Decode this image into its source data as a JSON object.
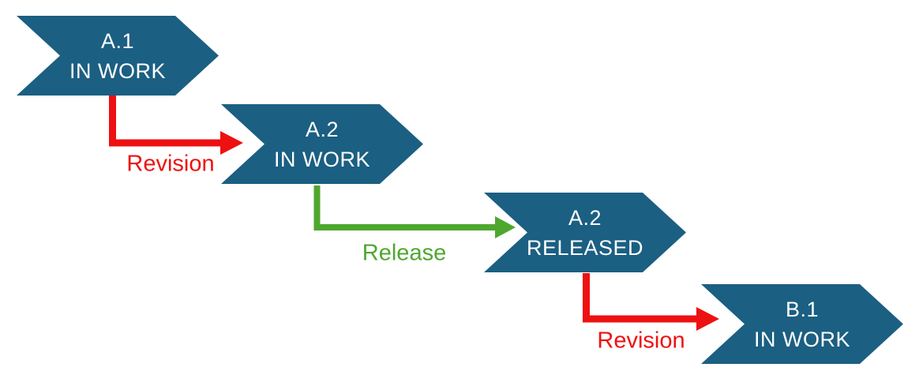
{
  "diagram": {
    "description": "Version lifecycle flow with chevron stages connected by elbow arrows"
  },
  "colors": {
    "shape": "#1B5F82",
    "text_on_shape": "#FFFFFF",
    "revision": "#EE1111",
    "release": "#4EA72E",
    "background": "#FFFFFF"
  },
  "stages": [
    {
      "version": "A.1",
      "status": "IN WORK"
    },
    {
      "version": "A.2",
      "status": "IN WORK"
    },
    {
      "version": "A.2",
      "status": "RELEASED"
    },
    {
      "version": "B.1",
      "status": "IN WORK"
    }
  ],
  "connectors": [
    {
      "label": "Revision",
      "type": "revision",
      "from": "A.1 IN WORK",
      "to": "A.2 IN WORK"
    },
    {
      "label": "Release",
      "type": "release",
      "from": "A.2 IN WORK",
      "to": "A.2 RELEASED"
    },
    {
      "label": "Revision",
      "type": "revision",
      "from": "A.2 RELEASED",
      "to": "B.1 IN WORK"
    }
  ]
}
